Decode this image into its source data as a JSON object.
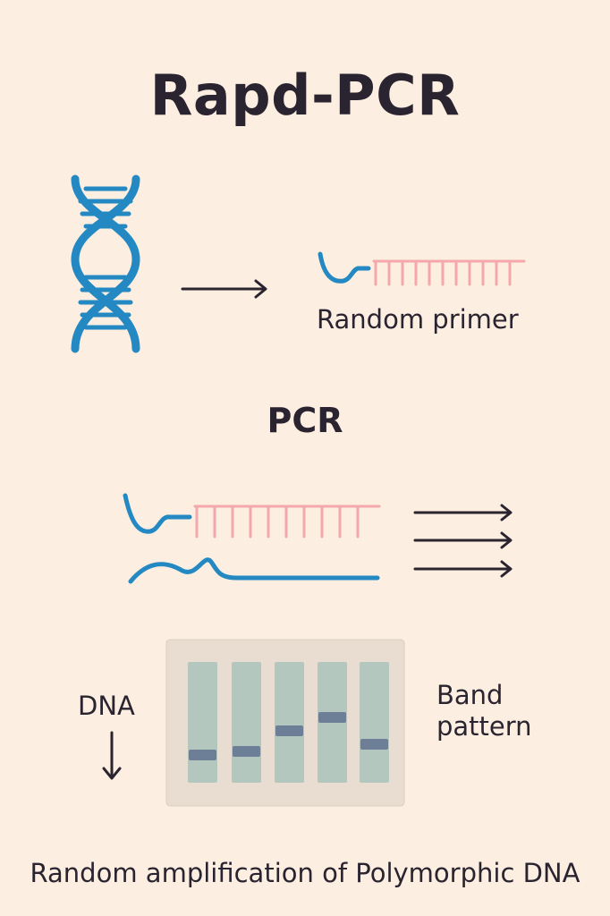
{
  "title": "Rapd-PCR",
  "step1": {
    "primer_label": "Random primer"
  },
  "step2": {
    "heading": "PCR"
  },
  "gel": {
    "dna_label": "DNA",
    "band_label": "Band pattern"
  },
  "caption": "Random amplification of Polymorphic DNA",
  "colors": {
    "background": "#fcefe1",
    "dna_strand": "#2489c2",
    "primer": "#f4a7ad",
    "gel_lane": "#b4c7be",
    "gel_band": "#6d7f97",
    "text": "#2a2430"
  }
}
